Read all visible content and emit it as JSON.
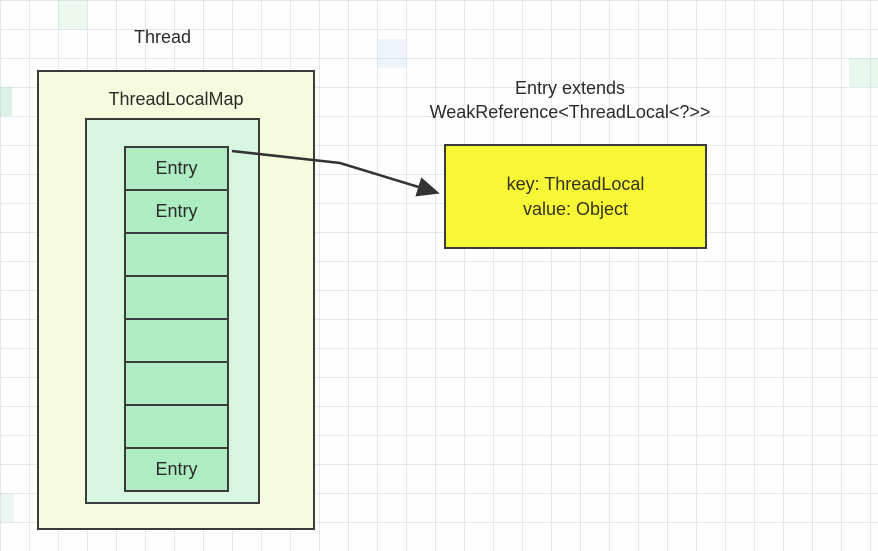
{
  "diagram": {
    "thread_label": "Thread",
    "threadlocalmap_label": "ThreadLocalMap",
    "entries": [
      {
        "label": "Entry"
      },
      {
        "label": "Entry"
      },
      {
        "label": ""
      },
      {
        "label": ""
      },
      {
        "label": ""
      },
      {
        "label": ""
      },
      {
        "label": ""
      },
      {
        "label": "Entry"
      }
    ],
    "entry_note_line1": "Entry extends",
    "entry_note_line2": "WeakReference<ThreadLocal<?>>",
    "entry_detail": {
      "key_line": "key:  ThreadLocal",
      "value_line": "value:  Object"
    },
    "colors": {
      "outer_box_fill": "#f7fbdd",
      "inner_box_fill": "#d7f6df",
      "entry_cell_fill": "#aeecc2",
      "entry_detail_fill": "#f8f735",
      "border": "#3b3b3b"
    }
  }
}
